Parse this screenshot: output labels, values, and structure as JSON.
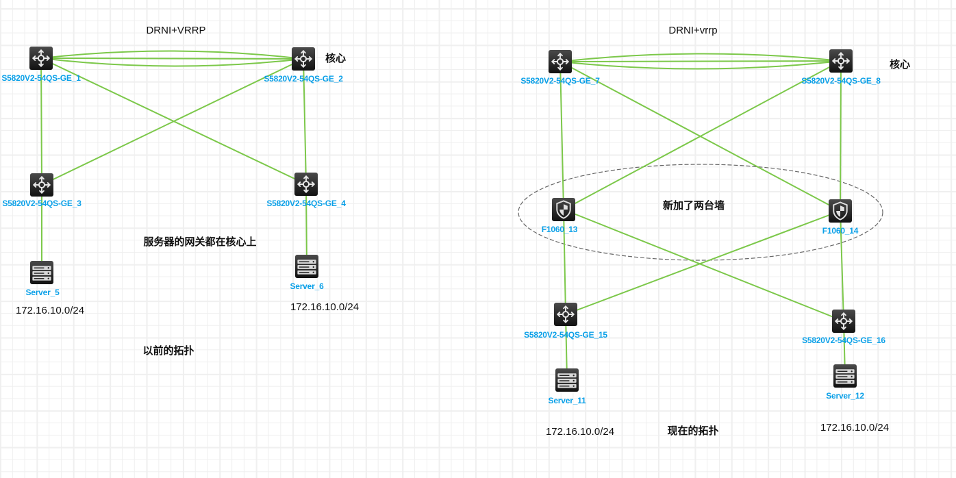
{
  "colors": {
    "link": "#7cc84a",
    "label_blue": "#0aa0e8",
    "icon_dark": "#1c1c1c",
    "ellipse": "#666666"
  },
  "diagrams": [
    {
      "id": "before",
      "title": "DRNI+VRRP",
      "core_note": "核心",
      "gateway_note": "服务器的网关都在核心上",
      "caption": "以前的拓扑",
      "subnets": [
        "172.16.10.0/24",
        "172.16.10.0/24"
      ],
      "nodes": [
        {
          "id": "ge1",
          "type": "router",
          "label": "S5820V2-54QS-GE_1"
        },
        {
          "id": "ge2",
          "type": "router",
          "label": "S5820V2-54QS-GE_2"
        },
        {
          "id": "ge3",
          "type": "router",
          "label": "S5820V2-54QS-GE_3"
        },
        {
          "id": "ge4",
          "type": "router",
          "label": "S5820V2-54QS-GE_4"
        },
        {
          "id": "srv5",
          "type": "server",
          "label": "Server_5"
        },
        {
          "id": "srv6",
          "type": "server",
          "label": "Server_6"
        }
      ],
      "links": [
        [
          "ge1",
          "ge2",
          -1
        ],
        [
          "ge1",
          "ge2",
          0
        ],
        [
          "ge1",
          "ge2",
          1
        ],
        [
          "ge1",
          "ge3",
          0
        ],
        [
          "ge1",
          "ge4",
          0
        ],
        [
          "ge2",
          "ge3",
          0
        ],
        [
          "ge2",
          "ge4",
          0
        ],
        [
          "ge3",
          "srv5",
          0
        ],
        [
          "ge4",
          "srv6",
          0
        ]
      ]
    },
    {
      "id": "after",
      "title": "DRNI+vrrp",
      "core_note": "核心",
      "firewall_note": "新加了两台墙",
      "caption": "现在的拓扑",
      "subnets": [
        "172.16.10.0/24",
        "172.16.10.0/24"
      ],
      "nodes": [
        {
          "id": "ge7",
          "type": "router",
          "label": "S5820V2-54QS-GE_7"
        },
        {
          "id": "ge8",
          "type": "router",
          "label": "S5820V2-54QS-GE_8"
        },
        {
          "id": "fw13",
          "type": "firewall",
          "label": "F1060_13"
        },
        {
          "id": "fw14",
          "type": "firewall",
          "label": "F1060_14"
        },
        {
          "id": "ge15",
          "type": "router",
          "label": "S5820V2-54QS-GE_15"
        },
        {
          "id": "ge16",
          "type": "router",
          "label": "S5820V2-54QS-GE_16"
        },
        {
          "id": "srv11",
          "type": "server",
          "label": "Server_11"
        },
        {
          "id": "srv12",
          "type": "server",
          "label": "Server_12"
        }
      ],
      "links": [
        [
          "ge7",
          "ge8",
          -1
        ],
        [
          "ge7",
          "ge8",
          0
        ],
        [
          "ge7",
          "ge8",
          1
        ],
        [
          "ge7",
          "fw13",
          0
        ],
        [
          "ge7",
          "fw14",
          0
        ],
        [
          "ge8",
          "fw13",
          0
        ],
        [
          "ge8",
          "fw14",
          0
        ],
        [
          "fw13",
          "ge15",
          0
        ],
        [
          "fw13",
          "ge16",
          0
        ],
        [
          "fw14",
          "ge15",
          0
        ],
        [
          "fw14",
          "ge16",
          0
        ],
        [
          "ge15",
          "srv11",
          0
        ],
        [
          "ge16",
          "srv12",
          0
        ]
      ]
    }
  ]
}
